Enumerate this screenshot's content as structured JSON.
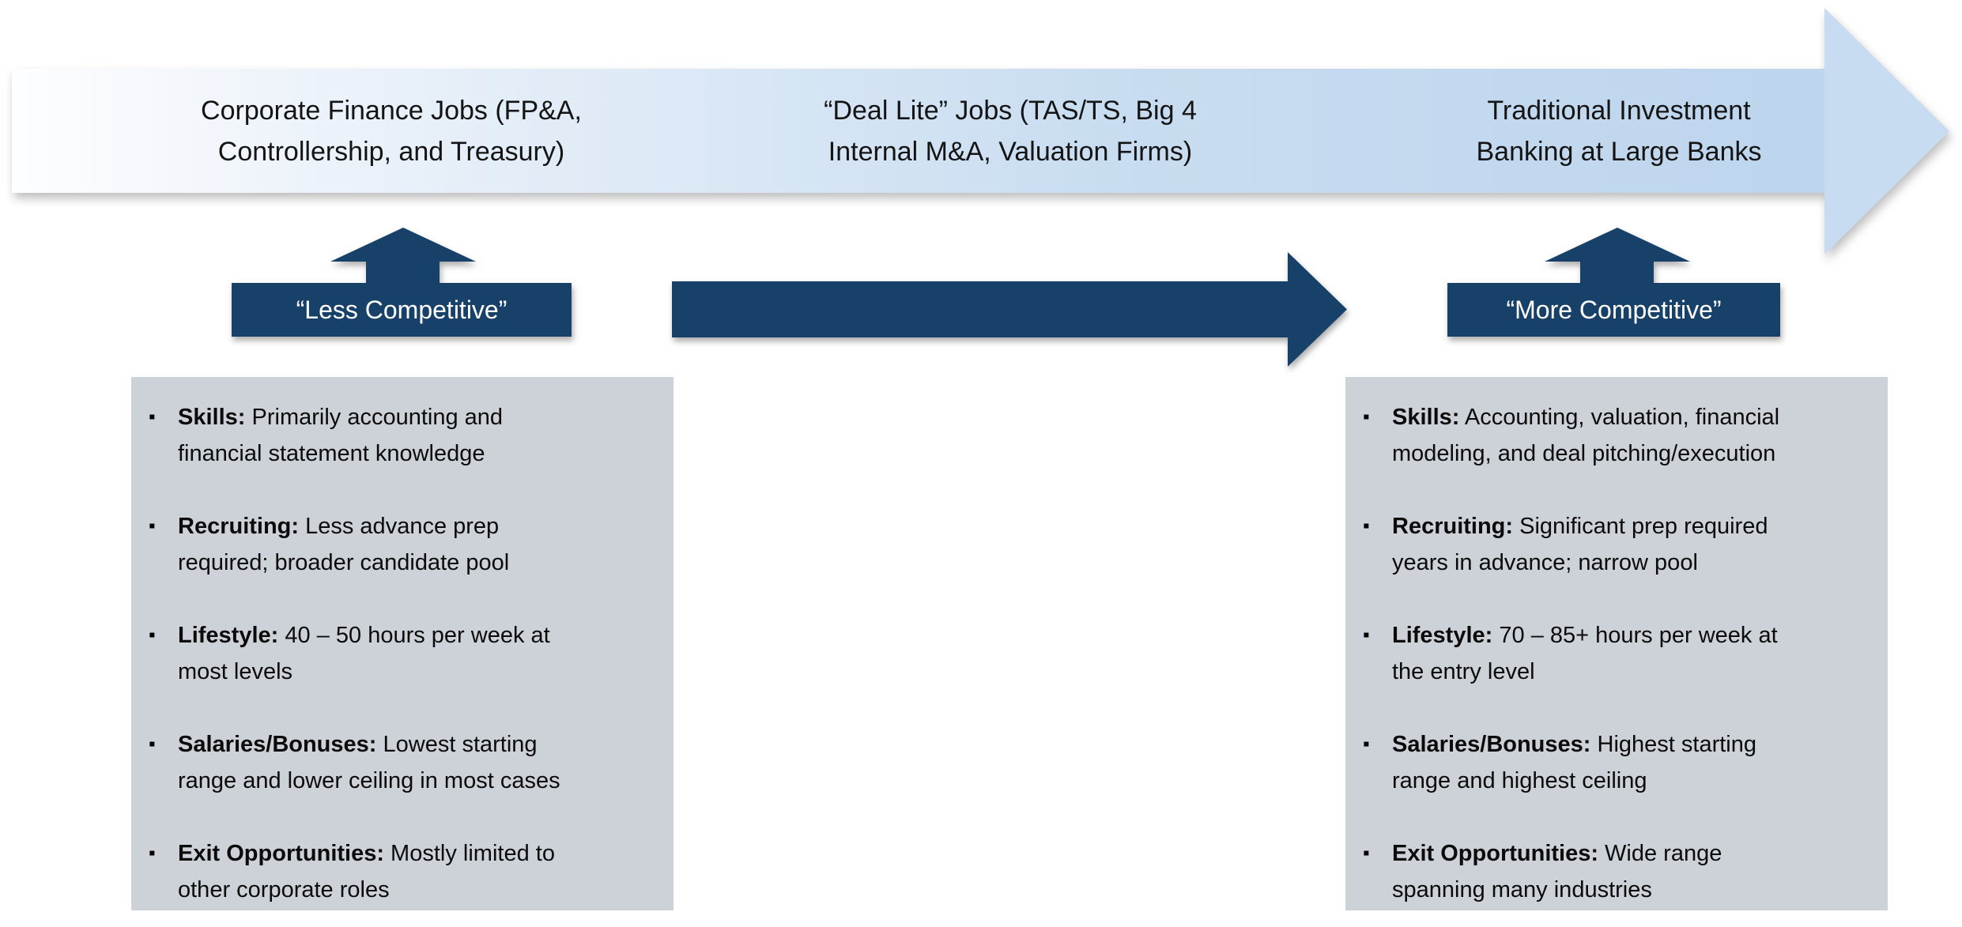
{
  "colors": {
    "navy": "#174169",
    "arrow_blue": "#C8DCF1",
    "box_gray": "#CDD1D8"
  },
  "icons": {
    "bullet": "▪"
  },
  "spectrum_arrow": {
    "segments": [
      {
        "label": "Corporate Finance Jobs (FP&A,\nControllership, and Treasury)"
      },
      {
        "label": "“Deal Lite” Jobs (TAS/TS, Big 4\nInternal M&A, Valuation Firms)"
      },
      {
        "label": "Traditional Investment\nBanking at Large Banks"
      }
    ]
  },
  "callouts": {
    "left": "“Less Competitive”",
    "right": "“More Competitive”"
  },
  "boxes": {
    "left": {
      "items": [
        {
          "label": "Skills:",
          "text": " Primarily accounting and\nfinancial statement knowledge"
        },
        {
          "label": "Recruiting:",
          "text": " Less advance prep\nrequired; broader candidate pool"
        },
        {
          "label": "Lifestyle:",
          "text": " 40 – 50 hours per week at\nmost levels"
        },
        {
          "label": "Salaries/Bonuses:",
          "text": " Lowest starting\nrange and lower ceiling in most cases"
        },
        {
          "label": "Exit Opportunities:",
          "text": " Mostly limited to\nother corporate roles"
        }
      ]
    },
    "right": {
      "items": [
        {
          "label": "Skills:",
          "text": " Accounting, valuation, financial\nmodeling, and deal pitching/execution"
        },
        {
          "label": "Recruiting:",
          "text": " Significant prep required\nyears in advance; narrow pool"
        },
        {
          "label": "Lifestyle:",
          "text": " 70 – 85+ hours per week at\nthe entry level"
        },
        {
          "label": "Salaries/Bonuses:",
          "text": " Highest starting\nrange and highest ceiling"
        },
        {
          "label": "Exit Opportunities:",
          "text": " Wide range\nspanning many industries"
        }
      ]
    }
  }
}
